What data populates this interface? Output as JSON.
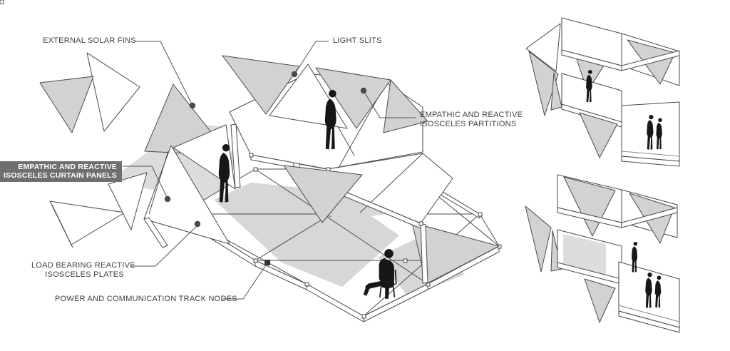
{
  "diagram": {
    "type": "architectural-axonometric-exploded-diagram",
    "background": "#ffffff",
    "colors": {
      "line": "#4a4a4a",
      "panel_gray": "#d2d2d2",
      "shadow_gray": "#dcdcdc",
      "silhouette": "#171717",
      "label_text": "#3f3f3f",
      "highlight_bg": "#6f6f6f",
      "highlight_text": "#ffffff",
      "leader_dot": "#4a4a4a"
    },
    "labels": {
      "external_solar_fins": {
        "lines": [
          "EXTERNAL SOLAR FINS"
        ],
        "highlighted": false
      },
      "light_slits": {
        "lines": [
          "LIGHT SLITS"
        ],
        "highlighted": false
      },
      "isosceles_partitions": {
        "lines": [
          "EMPATHIC AND REACTIVE",
          "ISOSCELES PARTITIONS"
        ],
        "highlighted": false
      },
      "isosceles_curtain_panels": {
        "lines": [
          "EMPATHIC AND REACTIVE",
          "ISOSCELES CURTAIN PANELS"
        ],
        "highlighted": true
      },
      "load_bearing_plates": {
        "lines": [
          "LOAD BEARING REACTIVE",
          "ISOSCELES PLATES"
        ],
        "highlighted": false
      },
      "track_nodes": {
        "lines": [
          "POWER AND COMMUNICATION TRACK NODES"
        ],
        "highlighted": false
      }
    },
    "views": {
      "main": "large axonometric of triangulated plate structure with three figures",
      "side_top_right": "module study with one standing figure and a pair of figures",
      "side_bottom_right": "module study with one standing figure and a pair of figures"
    }
  }
}
